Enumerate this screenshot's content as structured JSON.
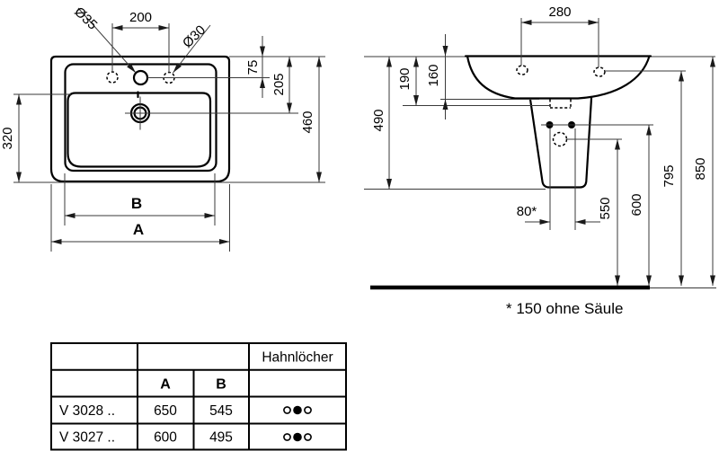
{
  "colors": {
    "background": "#ffffff",
    "line": "#000000",
    "dim_line": "#3a3a3a"
  },
  "front_view": {
    "labels": {
      "center_hole_diameter": "Ø35",
      "hole_spacing": "200",
      "side_hole_diameter": "Ø30",
      "rim_to_holes": "75",
      "rim_to_drain": "205",
      "overall_depth": "460",
      "bowl_depth": "320",
      "inner_width": "B",
      "outer_width": "A"
    }
  },
  "side_view": {
    "labels": {
      "fixing_hole_spacing": "280",
      "height_to_pedestal_bottom": "490",
      "apron_height": "190",
      "bowl_front_height": "160",
      "fixing_offset": "80*",
      "siphon_height": "550",
      "bolt_height": "600",
      "fixing_hole_height": "795",
      "rim_height": "850"
    },
    "footnote": "* 150 ohne Säule"
  },
  "table": {
    "tap_holes_header": "Hahnlöcher",
    "col_a": "A",
    "col_b": "B",
    "rows": [
      {
        "model": "V 3028 ..",
        "a": "650",
        "b": "545"
      },
      {
        "model": "V 3027 ..",
        "a": "600",
        "b": "495"
      }
    ]
  }
}
